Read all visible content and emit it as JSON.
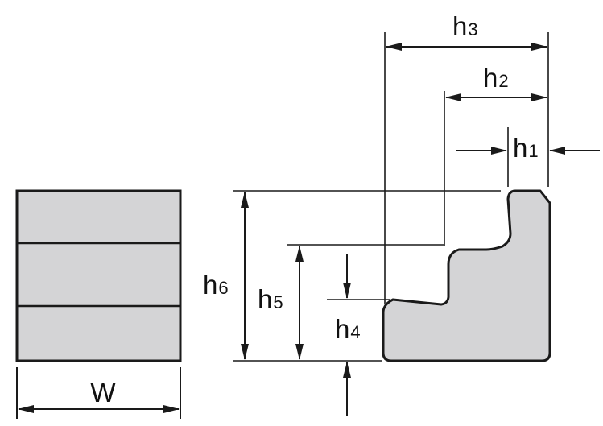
{
  "colors": {
    "fill": "#d4d4d6",
    "stroke": "#1a1a1a"
  },
  "labels": {
    "w": "W",
    "h1": {
      "main": "h",
      "sub": "1"
    },
    "h2": {
      "main": "h",
      "sub": "2"
    },
    "h3": {
      "main": "h",
      "sub": "3"
    },
    "h4": {
      "main": "h",
      "sub": "4"
    },
    "h5": {
      "main": "h",
      "sub": "5"
    },
    "h6": {
      "main": "h",
      "sub": "6"
    }
  }
}
